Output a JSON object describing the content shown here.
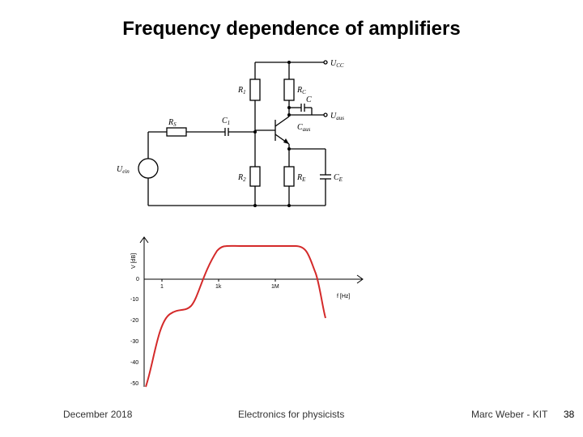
{
  "slide": {
    "title": "Frequency dependence of amplifiers",
    "page_number": "38"
  },
  "footer": {
    "date": "December 2018",
    "course": "Electronics for physicists",
    "author": "Marc Weber - KIT"
  },
  "circuit": {
    "labels": {
      "ucc": "U",
      "ucc_sub": "CC",
      "r1": "R",
      "r1_sub": "1",
      "rc": "R",
      "rc_sub": "C",
      "c": "C",
      "uaus": "U",
      "uaus_sub": "aus",
      "rs": "R",
      "rs_sub": "S",
      "c1": "C",
      "c1_sub": "1",
      "caus": "C",
      "caus_sub": "aus",
      "uein": "U",
      "uein_sub": "ein",
      "r2": "R",
      "r2_sub": "2",
      "re": "R",
      "re_sub": "E",
      "ce": "C",
      "ce_sub": "E"
    }
  },
  "plot": {
    "ylabel": "V [dB]",
    "xlabel": "f [Hz]",
    "x_ticks": [
      "1",
      "1k",
      "1M"
    ],
    "y_ticks": [
      "0",
      "-10",
      "-20",
      "-30",
      "-40",
      "-50"
    ],
    "curve_color": "#d42a2a"
  }
}
